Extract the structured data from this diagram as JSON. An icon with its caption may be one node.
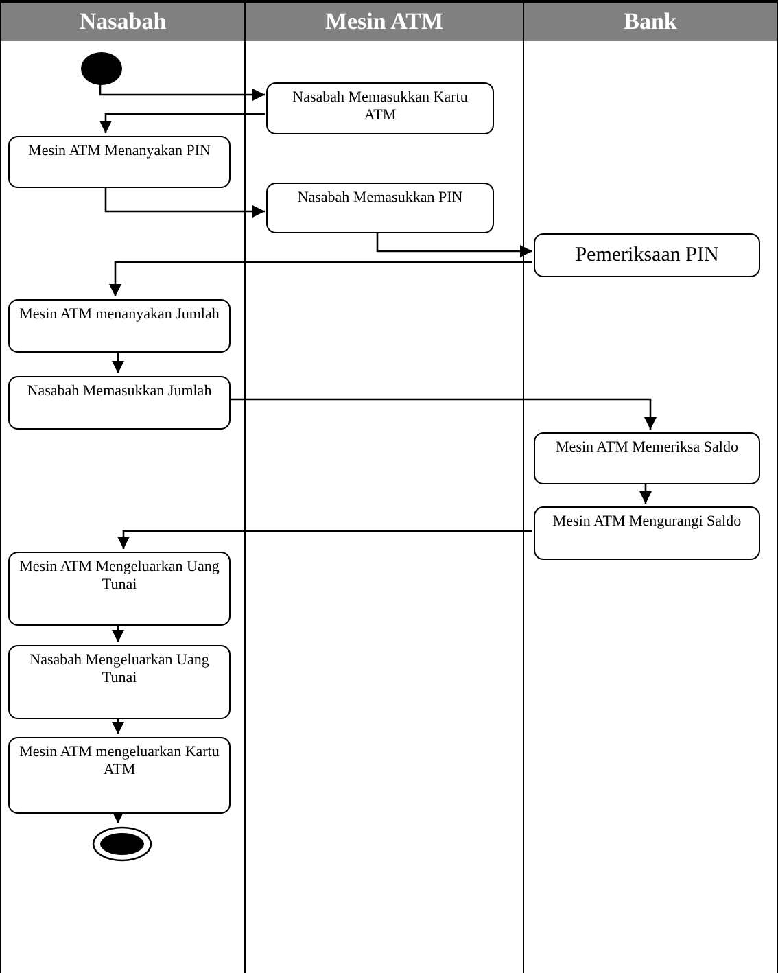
{
  "diagram": {
    "nodes": [
      {
        "text": [
          "Nasabah"
        ]
      },
      {
        "text": [
          "Mesin ATM"
        ]
      },
      {
        "text": [
          "Bank"
        ]
      },
      {
        "text": [],
        "shape": "circle",
        "in": 0
      },
      {
        "text": [
          "Nasabah Memasukkan Kartu ATM"
        ],
        "in": 1
      },
      {
        "text": [
          "Mesin ATM Menanyakan PIN"
        ],
        "in": 0
      },
      {
        "text": [
          "Nasabah Memasukkan PIN"
        ],
        "in": 1
      },
      {
        "text": [
          "Pemeriksaan PIN"
        ],
        "in": 2
      },
      {
        "text": [
          "Mesin ATM menanyakan Jumlah"
        ],
        "in": 0
      },
      {
        "text": [
          "Nasabah Memasukkan Jumlah"
        ],
        "in": 0
      },
      {
        "text": [
          "Mesin ATM Memeriksa Saldo"
        ],
        "in": 2
      },
      {
        "text": [
          "Mesin ATM Mengurangi Saldo"
        ],
        "in": 2
      },
      {
        "text": [
          "Mesin ATM Mengeluarkan Uang Tunai"
        ],
        "in": 0
      },
      {
        "text": [
          "Nasabah Mengeluarkan Uang Tunai"
        ],
        "in": 0
      },
      {
        "text": [
          "Mesin ATM mengeluarkan Kartu ATM"
        ],
        "in": 0
      },
      {
        "text": [],
        "shape": "circle",
        "in": 0
      }
    ],
    "edges": [
      {
        "from": 3,
        "to": 4,
        "arrow": "to"
      },
      {
        "from": 4,
        "to": 5,
        "arrow": "to"
      },
      {
        "from": 5,
        "to": 6,
        "arrow": "to"
      },
      {
        "from": 6,
        "to": 7,
        "arrow": "to"
      },
      {
        "from": 7,
        "to": 8,
        "arrow": "to"
      },
      {
        "from": 8,
        "to": 9,
        "arrow": "to"
      },
      {
        "from": 9,
        "to": 10,
        "arrow": "to"
      },
      {
        "from": 10,
        "to": 11,
        "arrow": "to"
      },
      {
        "from": 11,
        "to": 12,
        "arrow": "to"
      },
      {
        "from": 12,
        "to": 13,
        "arrow": "to"
      },
      {
        "from": 13,
        "to": 14,
        "arrow": "to"
      },
      {
        "from": 14,
        "to": 15,
        "arrow": "to"
      }
    ]
  }
}
